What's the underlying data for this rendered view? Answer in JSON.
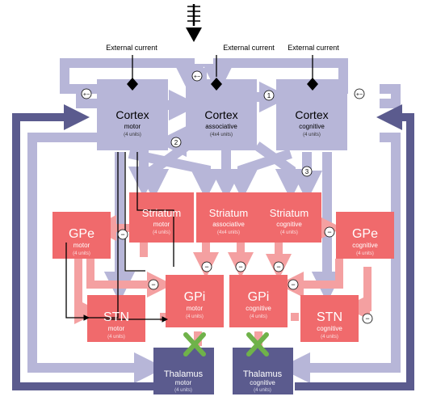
{
  "colors": {
    "cortex": "#b7b6d8",
    "striatum_red": "#f06a6c",
    "thalamus": "#5b5b8e",
    "white": "#ffffff",
    "black": "#000000",
    "green_x": "#6fb24a",
    "arrow_light": "#b7b6d8",
    "arrow_red": "#f4a0a1"
  },
  "external_current": {
    "motor": "External current",
    "associative": "External current",
    "cognitive": "External current"
  },
  "cortex": {
    "motor": {
      "title": "Cortex",
      "sub": "motor",
      "units": "(4 units)"
    },
    "associative": {
      "title": "Cortex",
      "sub": "associative",
      "units": "(4x4 units)"
    },
    "cognitive": {
      "title": "Cortex",
      "sub": "cognitive",
      "units": "(4 units)"
    }
  },
  "striatum": {
    "motor": {
      "title": "Striatum",
      "sub": "motor",
      "units": "(4 units)"
    },
    "associative": {
      "title": "Striatum",
      "sub": "associative",
      "units": "(4x4 units)"
    },
    "cognitive": {
      "title": "Striatum",
      "sub": "cognitive",
      "units": "(4 units)"
    }
  },
  "gpe": {
    "motor": {
      "title": "GPe",
      "sub": "motor",
      "units": "(4 units)"
    },
    "cognitive": {
      "title": "GPe",
      "sub": "cognitive",
      "units": "(4 units)"
    }
  },
  "gpi": {
    "motor": {
      "title": "GPi",
      "sub": "motor",
      "units": "(4 units)"
    },
    "cognitive": {
      "title": "GPi",
      "sub": "cognitive",
      "units": "(4 units)"
    }
  },
  "stn": {
    "motor": {
      "title": "STN",
      "sub": "motor",
      "units": "(4 units)"
    },
    "cognitive": {
      "title": "STN",
      "sub": "cognitive",
      "units": "(4 units)"
    }
  },
  "thalamus": {
    "motor": {
      "title": "Thalamus",
      "sub": "motor",
      "units": "(4 units)"
    },
    "cognitive": {
      "title": "Thalamus",
      "sub": "cognitive",
      "units": "(4 units)"
    }
  },
  "markers": {
    "plus_minus": "+−",
    "minus": "−",
    "one": "1",
    "two": "2",
    "three": "3"
  }
}
